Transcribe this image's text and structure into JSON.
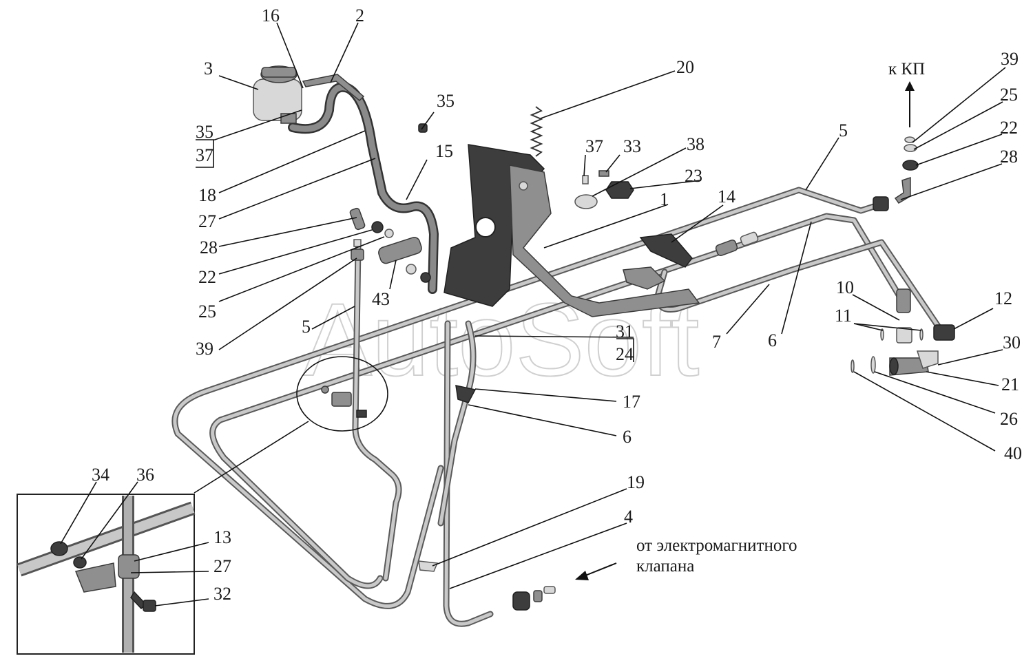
{
  "watermark": "AutoSoft",
  "notes": {
    "to_gearbox": "к КП",
    "from_valve_line1": "от электромагнитного",
    "from_valve_line2": "клапана"
  },
  "labels": {
    "n2": "2",
    "n3": "3",
    "n16": "16",
    "n35a": "35",
    "n37a": "37",
    "n18": "18",
    "n27a": "27",
    "n28a": "28",
    "n22a": "22",
    "n25a": "25",
    "n39a": "39",
    "n5a": "5",
    "n43": "43",
    "n35b": "35",
    "n15": "15",
    "n20": "20",
    "n37b": "37",
    "n33": "33",
    "n38": "38",
    "n23": "23",
    "n1": "1",
    "n14": "14",
    "n5b": "5",
    "n6a": "6",
    "n7": "7",
    "n31": "31",
    "n24": "24",
    "n17": "17",
    "n6b": "6",
    "n19": "19",
    "n4": "4",
    "n39b": "39",
    "n25b": "25",
    "n22b": "22",
    "n28b": "28",
    "n10": "10",
    "n11": "11",
    "n12": "12",
    "n30": "30",
    "n21": "21",
    "n26": "26",
    "n40": "40",
    "n34": "34",
    "n36": "36",
    "n13": "13",
    "n27b": "27",
    "n32": "32"
  }
}
